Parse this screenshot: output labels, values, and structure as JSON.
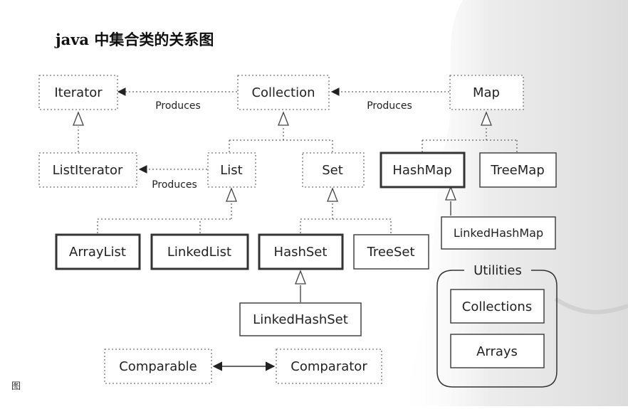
{
  "title": "java 中集合类的关系图",
  "caption": "图",
  "nodes": {
    "iterator": "Iterator",
    "collection": "Collection",
    "map": "Map",
    "list_iterator": "ListIterator",
    "list": "List",
    "set": "Set",
    "hash_map": "HashMap",
    "tree_map": "TreeMap",
    "linked_hash_map": "LinkedHashMap",
    "array_list": "ArrayList",
    "linked_list": "LinkedList",
    "hash_set": "HashSet",
    "tree_set": "TreeSet",
    "linked_hash_set": "LinkedHashSet",
    "comparable": "Comparable",
    "comparator": "Comparator",
    "collections": "Collections",
    "arrays": "Arrays"
  },
  "groups": {
    "utilities": "Utilities"
  },
  "edge_labels": {
    "produces_1": "Produces",
    "produces_2": "Produces",
    "produces_3": "Produces"
  },
  "colors": {
    "line": "#555555",
    "box_bold": "#333333",
    "text": "#222222"
  }
}
